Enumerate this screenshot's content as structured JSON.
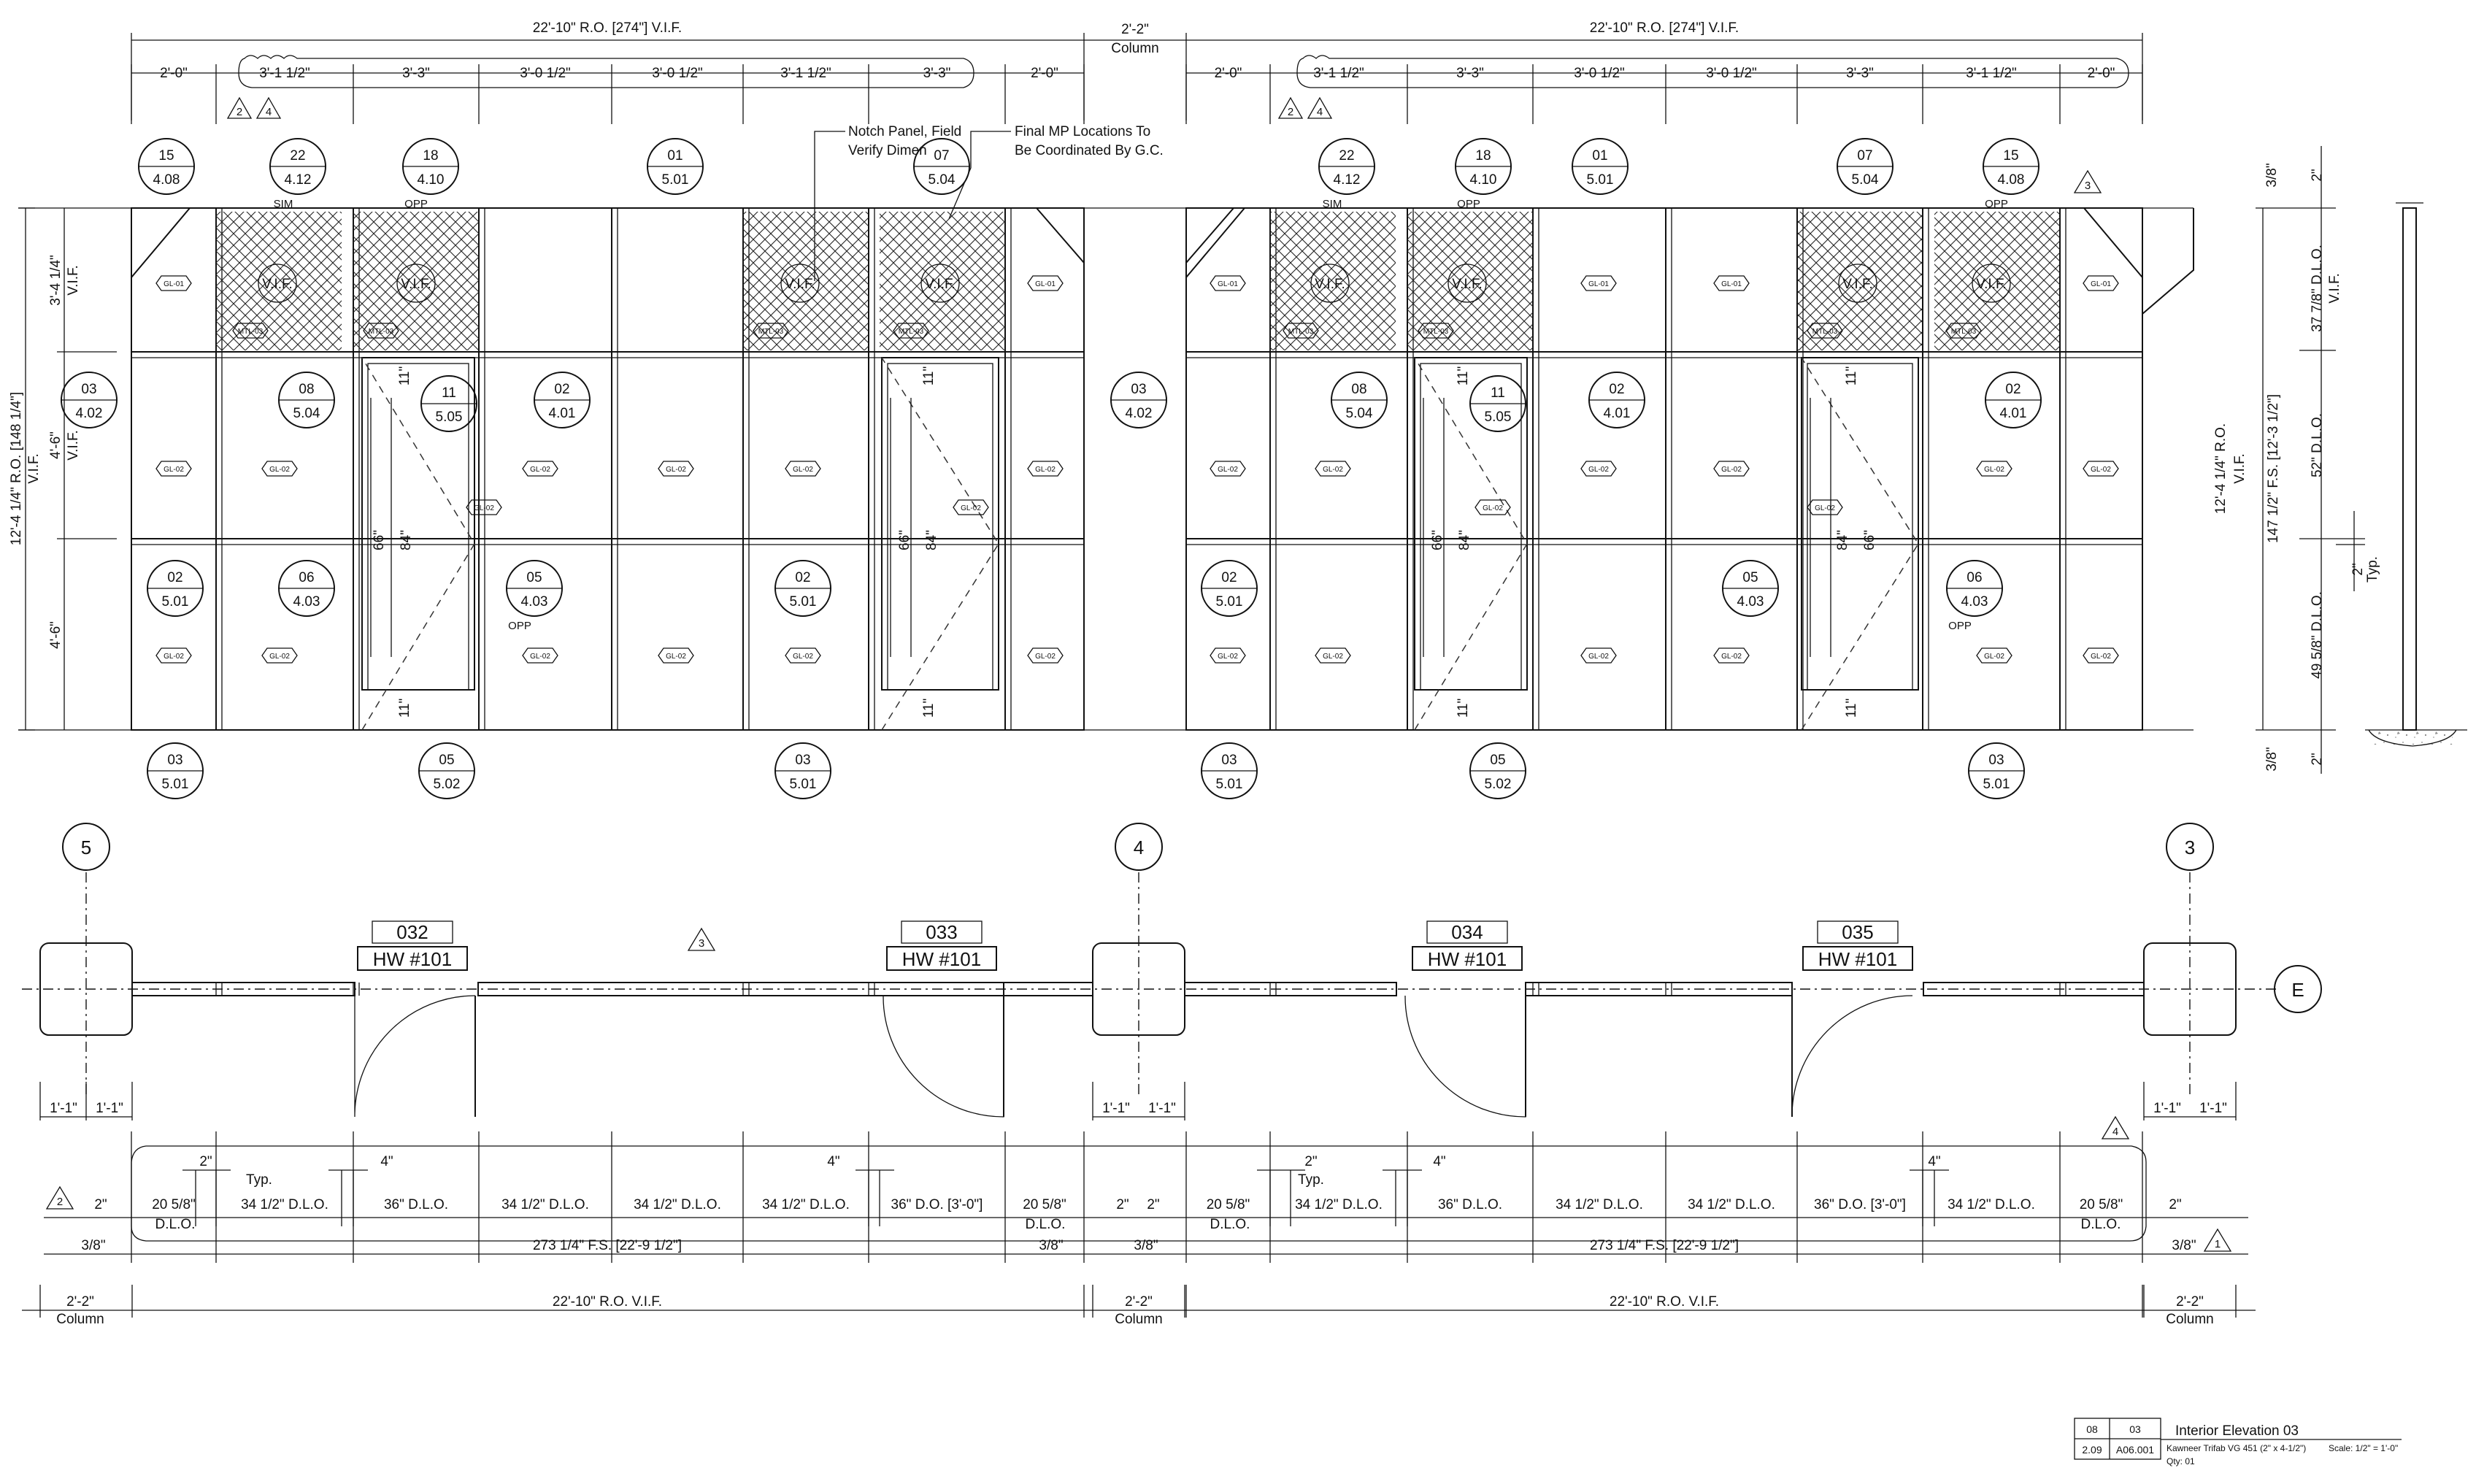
{
  "top_dims": {
    "ro_left": "22'-10\"  R.O.  [274\"] V.I.F.",
    "ro_right": "22'-10\"  R.O.  [274\"] V.I.F.",
    "col_w": "2'-2\"",
    "col_label": "Column",
    "left_segments": [
      "2'-0\"",
      "3'-1 1/2\"",
      "3'-3\"",
      "3'-0 1/2\"",
      "3'-0 1/2\"",
      "3'-1 1/2\"",
      "3'-3\"",
      "2'-0\""
    ],
    "right_segments": [
      "2'-0\"",
      "3'-1 1/2\"",
      "3'-3\"",
      "3'-0 1/2\"",
      "3'-0 1/2\"",
      "3'-3\"",
      "3'-1 1/2\"",
      "2'-0\""
    ],
    "rev_2": "2",
    "rev_4": "4",
    "rev_3": "3"
  },
  "notes": {
    "notch_1": "Notch Panel, Field",
    "notch_2": "Verify Dimen",
    "mp_1": "Final MP Locations To",
    "mp_2": "Be Coordinated By G.C."
  },
  "callouts_top": [
    {
      "num": "15",
      "sheet": "4.08",
      "sub": ""
    },
    {
      "num": "22",
      "sheet": "4.12",
      "sub": "SIM"
    },
    {
      "num": "18",
      "sheet": "4.10",
      "sub": "OPP"
    },
    {
      "num": "01",
      "sheet": "5.01",
      "sub": ""
    },
    {
      "num": "07",
      "sheet": "5.04",
      "sub": ""
    },
    {
      "num": "22",
      "sheet": "4.12",
      "sub": "SIM"
    },
    {
      "num": "18",
      "sheet": "4.10",
      "sub": "OPP"
    },
    {
      "num": "01",
      "sheet": "5.01",
      "sub": ""
    },
    {
      "num": "07",
      "sheet": "5.04",
      "sub": ""
    },
    {
      "num": "15",
      "sheet": "4.08",
      "sub": "OPP"
    }
  ],
  "callouts_mid": [
    {
      "num": "03",
      "sheet": "4.02",
      "sub": ""
    },
    {
      "num": "08",
      "sheet": "5.04",
      "sub": ""
    },
    {
      "num": "11",
      "sheet": "5.05",
      "sub": ""
    },
    {
      "num": "02",
      "sheet": "4.01",
      "sub": ""
    },
    {
      "num": "03",
      "sheet": "4.02",
      "sub": ""
    },
    {
      "num": "08",
      "sheet": "5.04",
      "sub": ""
    },
    {
      "num": "11",
      "sheet": "5.05",
      "sub": ""
    },
    {
      "num": "02",
      "sheet": "4.01",
      "sub": ""
    },
    {
      "num": "02",
      "sheet": "4.01",
      "sub": ""
    }
  ],
  "callouts_low": [
    {
      "num": "02",
      "sheet": "5.01",
      "sub": ""
    },
    {
      "num": "06",
      "sheet": "4.03",
      "sub": ""
    },
    {
      "num": "05",
      "sheet": "4.03",
      "sub": "OPP"
    },
    {
      "num": "02",
      "sheet": "5.01",
      "sub": ""
    },
    {
      "num": "02",
      "sheet": "5.01",
      "sub": ""
    },
    {
      "num": "05",
      "sheet": "4.03",
      "sub": ""
    },
    {
      "num": "06",
      "sheet": "4.03",
      "sub": "OPP"
    }
  ],
  "callouts_bottom": [
    {
      "num": "03",
      "sheet": "5.01",
      "sub": ""
    },
    {
      "num": "05",
      "sheet": "5.02",
      "sub": ""
    },
    {
      "num": "03",
      "sheet": "5.01",
      "sub": ""
    },
    {
      "num": "03",
      "sheet": "5.01",
      "sub": ""
    },
    {
      "num": "05",
      "sheet": "5.02",
      "sub": ""
    },
    {
      "num": "03",
      "sheet": "5.01",
      "sub": ""
    }
  ],
  "tags": {
    "gl01": "GL-01",
    "gl02": "GL-02",
    "mtl": "MTL-03",
    "vif": "V.I.F."
  },
  "door_dims": {
    "d66": "66\"",
    "d84": "84\"",
    "d11": "11\""
  },
  "left_dims": {
    "overall": "12'-4 1/4\" R.O.  [148 1/4\"]",
    "vif": "V.I.F.",
    "top": "3'-4 1/4\"",
    "mid": "4'-6\"",
    "low": "4'-6\""
  },
  "section": {
    "ro": "12'-4 1/4\" R.O.",
    "vif": "V.I.F.",
    "fs": "147 1/2\" F.S. [12'-3 1/2\"]",
    "dlo1": "37 7/8\" D.L.O.",
    "dlo1_vif": "V.I.F.",
    "dlo2": "52\" D.L.O.",
    "dlo3": "49 5/8\" D.L.O.",
    "two": "2\"",
    "typ": "Typ.",
    "three8": "3/8\""
  },
  "plan": {
    "grid_5": "5",
    "grid_4": "4",
    "grid_3": "3",
    "grid_e": "E",
    "door_032": "032",
    "door_033": "033",
    "door_034": "034",
    "door_035": "035",
    "hw": "HW #101",
    "col_half": "1'-1\"",
    "rev3": "3",
    "rev2": "2",
    "rev4": "4",
    "rev1": "1",
    "two": "2\"",
    "typ": "Typ.",
    "four": "4\"",
    "dlo_label": "D.L.O.",
    "left_segs": [
      "20 5/8\"",
      "34 1/2\" D.L.O.",
      "36\" D.L.O.",
      "34 1/2\" D.L.O.",
      "34 1/2\" D.L.O.",
      "34 1/2\" D.L.O.",
      "36\" D.O. [3'-0\"]",
      "20 5/8\""
    ],
    "right_segs": [
      "20 5/8\"",
      "34 1/2\" D.L.O.",
      "36\" D.L.O.",
      "34 1/2\" D.L.O.",
      "34 1/2\" D.L.O.",
      "36\" D.O. [3'-0\"]",
      "34 1/2\" D.L.O.",
      "20 5/8\""
    ],
    "three8": "3/8\"",
    "fs": "273 1/4\" F.S. [22'-9 1/2\"]",
    "ro": "22'-10\" R.O. V.I.F.",
    "col": "2'-2\"",
    "col_label": "Column"
  },
  "title_block": {
    "cell_a": "08",
    "cell_b": "03",
    "cell_c": "2.09",
    "cell_d": "A06.001",
    "title": "Interior Elevation 03",
    "desc": "Kawneer Trifab VG 451 (2\" x 4-1/2\")",
    "scale": "Scale: 1/2\" = 1'-0\"",
    "qty": "Qty: 01"
  }
}
